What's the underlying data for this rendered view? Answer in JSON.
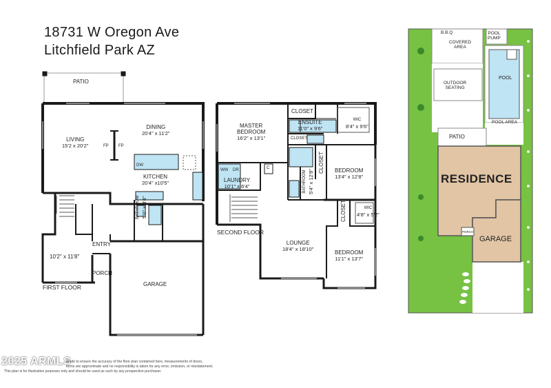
{
  "header": {
    "address_line1": "18731 W Oregon Ave",
    "address_line2": "Litchfield Park  AZ"
  },
  "first_floor": {
    "name": "FIRST FLOOR",
    "rooms": {
      "patio": "PATIO",
      "living": "LIVING",
      "living_dim": "15'2 x 20'2\"",
      "dining": "DINING",
      "dining_dim": "20'4\" x 11'2\"",
      "kitchen": "KITCHEN",
      "kitchen_dim": "20'4\" x10'5\"",
      "fp1": "FP",
      "fp2": "FP",
      "dw": "DW",
      "bathroom": "BATHROOM",
      "bathroom_dim": "5'0\" x 8'4\"",
      "entry": "ENTRY",
      "bedroom_dim": "10'2\" x 11'8\"",
      "porch": "PORCH",
      "garage": "GARAGE"
    }
  },
  "second_floor": {
    "name": "SECOND FLOOR",
    "rooms": {
      "master": "MASTER",
      "master2": "BEDROOM",
      "master_dim": "16'2\" x 13'1\"",
      "closet_top": "CLOSET",
      "ensuite": "ENSUITE",
      "ensuite_dim": "11'0\" x 9'6\"",
      "wic": "WIC",
      "wic_dim": "8'4\" x 9'6\"",
      "closet_small": "CLOSET",
      "closet_right": "CLOSET",
      "bedroom2": "BEDROOM",
      "bedroom2_dim": "13'4\" x 12'8\"",
      "ww": "WW",
      "dr": "DR",
      "c": "C",
      "laundry": "LAUNDRY",
      "laundry_dim": "10'1\" x 6'4\"",
      "bathroom": "BATHROOM",
      "bathroom_dim": "5'4\" x 12'8\"",
      "closet_lower": "CLOSET",
      "wic2": "WIC",
      "wic2_dim": "4'8\" x 5'2\"",
      "lounge": "LOUNGE",
      "lounge_dim": "18'4\" x 18'10\"",
      "bedroom3": "BEDROOM",
      "bedroom3_dim": "11'1\" x 13'7\""
    }
  },
  "site_plan": {
    "bbq": "B.B.Q",
    "covered_area": "COVERED\nAREA",
    "pool_pump": "POOL\nPUMP",
    "pool": "POOL",
    "outdoor_seating": "OUTDOOR\nSEATING",
    "pool_area": "POOL AREA",
    "patio": "PATIO",
    "residence": "RESIDENCE",
    "porch": "PORCH",
    "garage": "GARAGE",
    "colors": {
      "grass": "#77c143",
      "residence": "#e2c5a5",
      "pool": "#bfe4f4",
      "paving": "#ffffff"
    }
  },
  "footer": {
    "watermark": "2025 ARMLS",
    "disclaimer_line1": "made to ensure the accuracy of the floor plan contained here, measurements of doors,",
    "disclaimer_line2": "items are approximate and no responsibility is taken for any error, omission, or misstatement.",
    "disclaimer_line3": "This plan is for illustrative purposes only and should be used as such by any prospective purchaser."
  }
}
